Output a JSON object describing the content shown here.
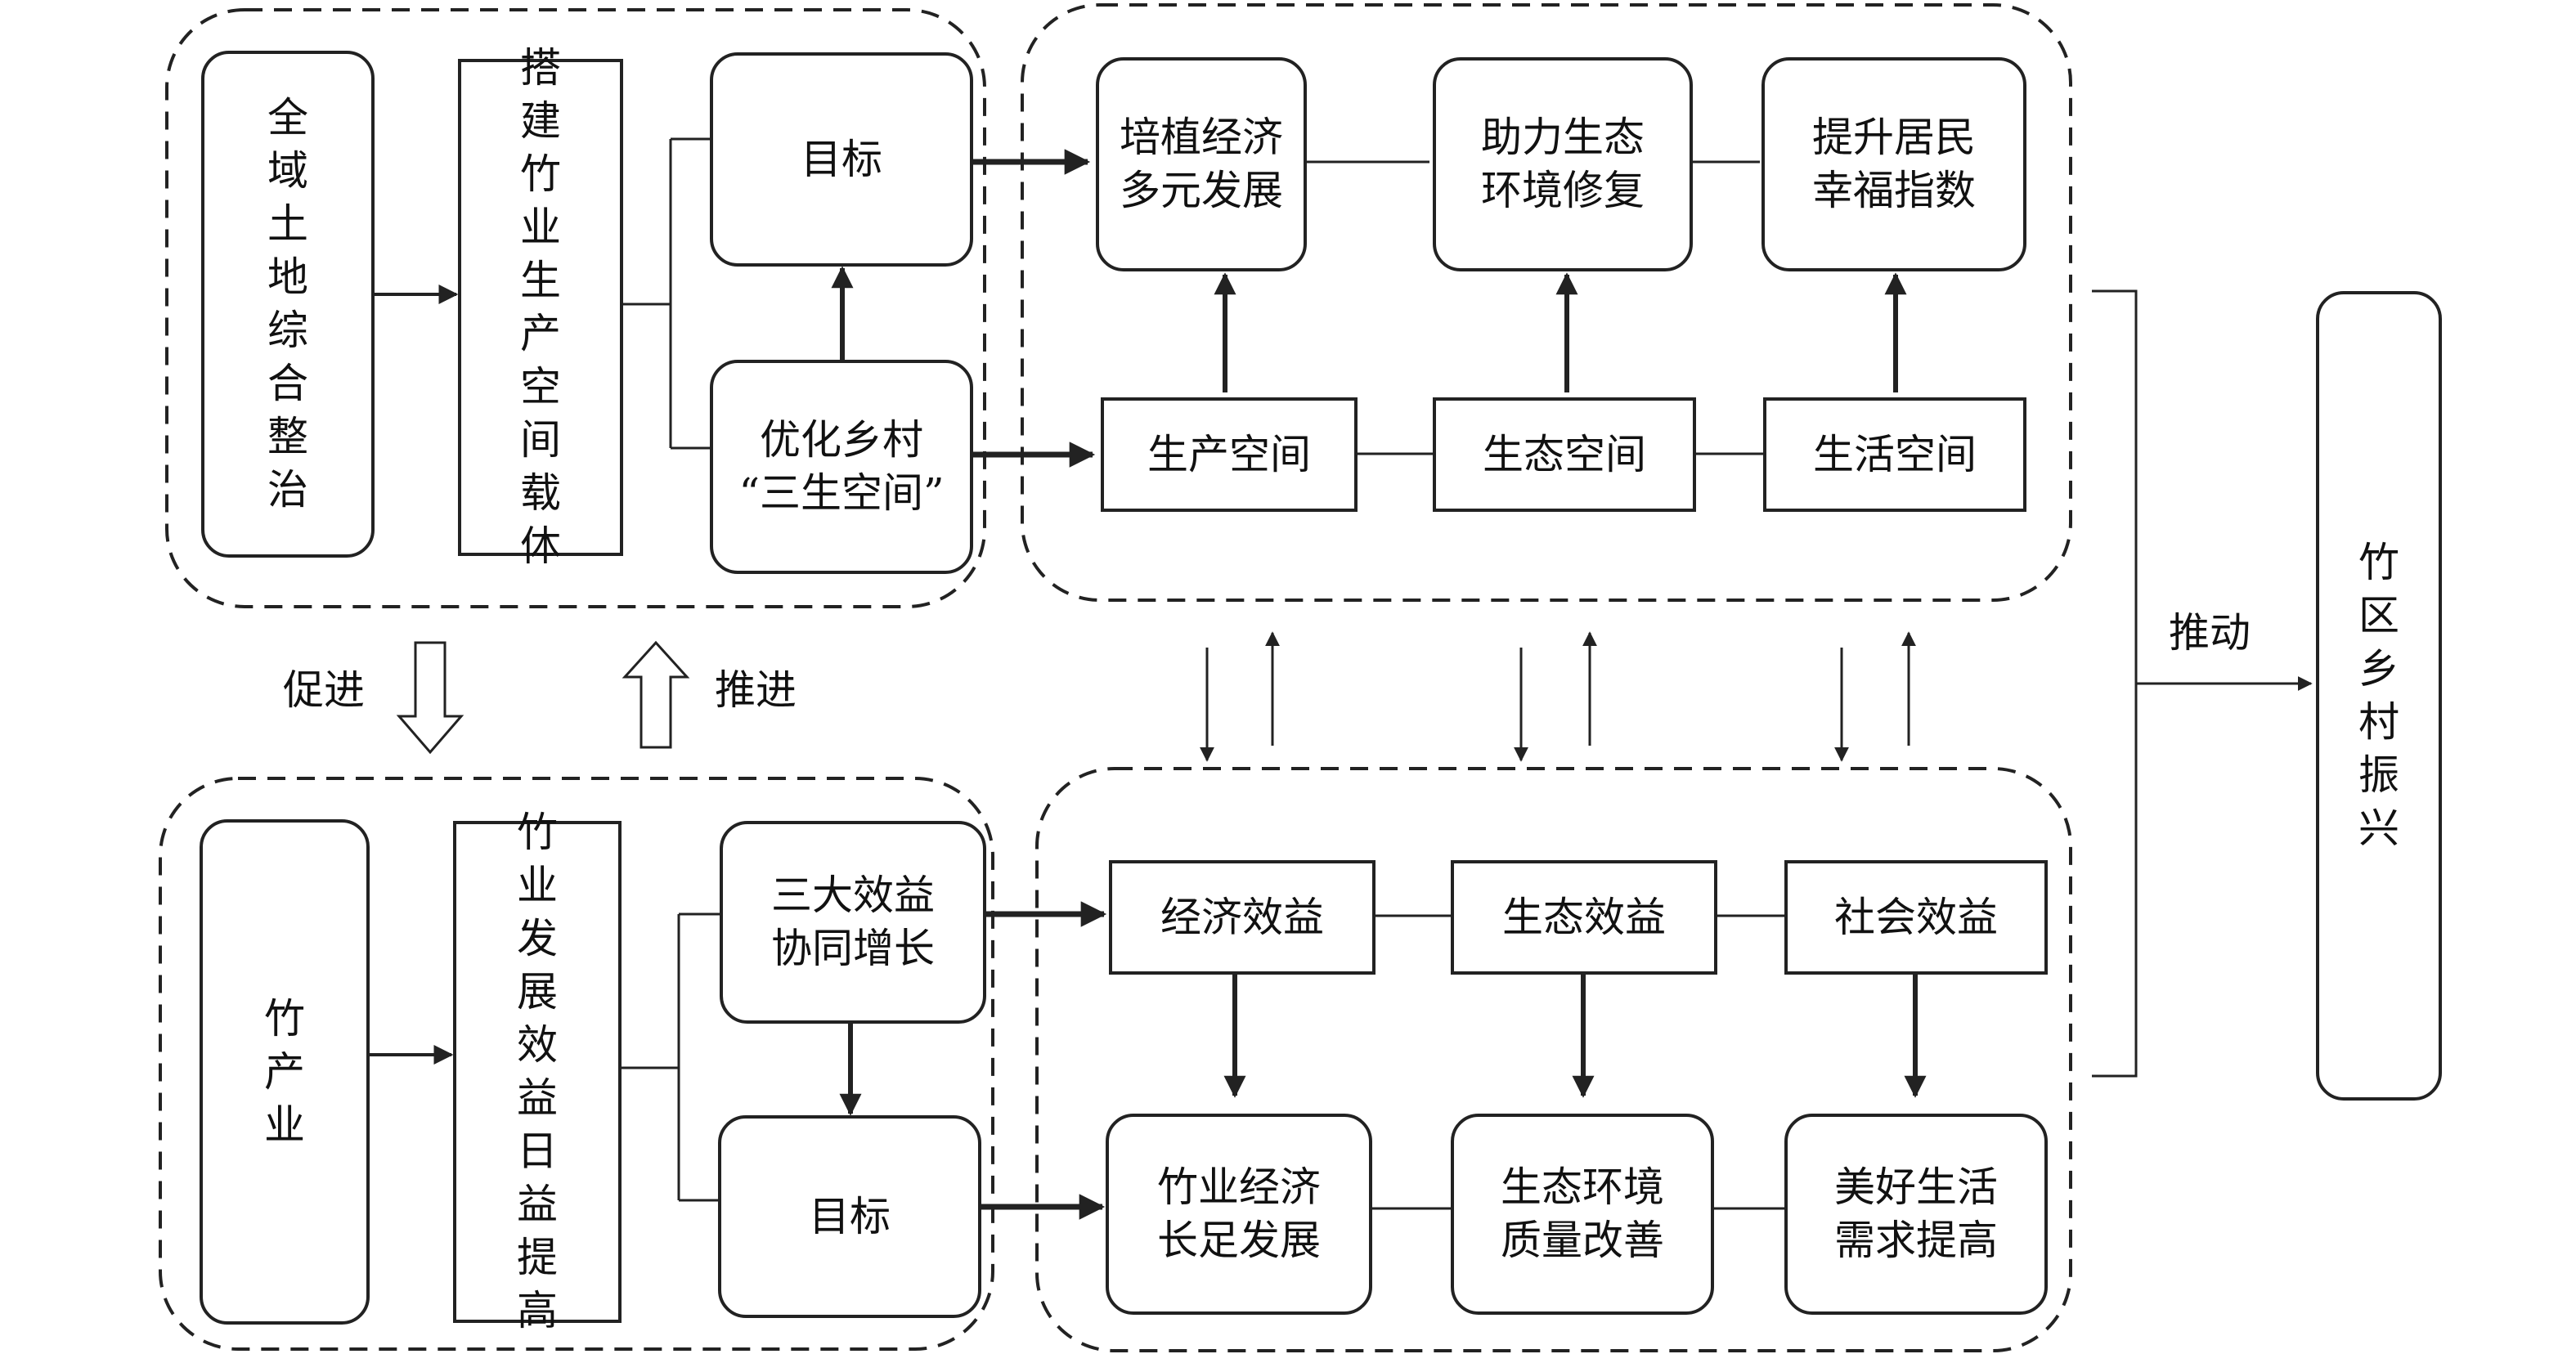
{
  "top_left_group": {
    "source": "全域土地综合整治",
    "carrier": "搭建竹业生产空间载体",
    "goal": "目标",
    "optimize": "优化乡村\n“三生空间”"
  },
  "top_right_group": {
    "goals": [
      "培植经济\n多元发展",
      "助力生态\n环境修复",
      "提升居民\n幸福指数"
    ],
    "spaces": [
      "生产空间",
      "生态空间",
      "生活空间"
    ]
  },
  "bottom_left_group": {
    "source": "竹产业",
    "effect": "竹业发展效益日益提高",
    "growth": "三大效益\n协同增长",
    "goal": "目标"
  },
  "bottom_right_group": {
    "benefits": [
      "经济效益",
      "生态效益",
      "社会效益"
    ],
    "outcomes": [
      "竹业经济\n长足发展",
      "生态环境\n质量改善",
      "美好生活\n需求提高"
    ]
  },
  "labels": {
    "promote": "促进",
    "advance": "推进",
    "drive": "推动"
  },
  "final": "竹区乡村振兴"
}
